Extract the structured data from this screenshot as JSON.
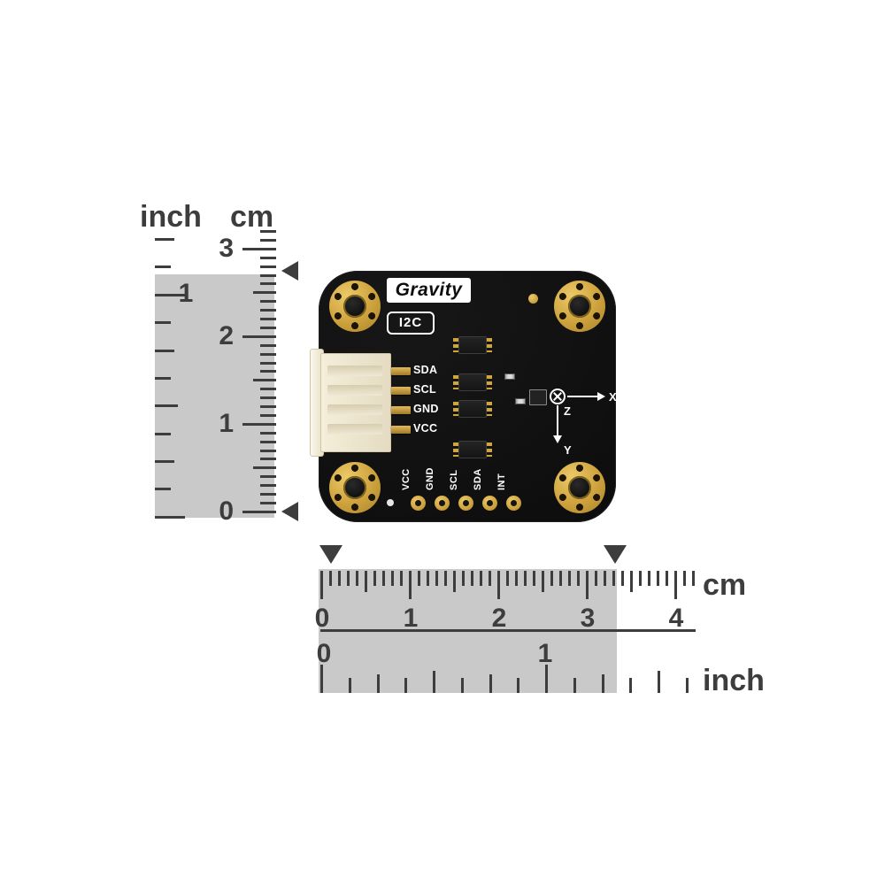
{
  "rulers": {
    "vertical": {
      "inch_label": "inch",
      "cm_label": "cm",
      "cm_numbers": [
        "3",
        "2",
        "1",
        "0"
      ],
      "inch_numbers": [
        "1"
      ]
    },
    "horizontal": {
      "cm_label": "cm",
      "inch_label": "inch",
      "cm_numbers": [
        "0",
        "1",
        "2",
        "3",
        "4"
      ],
      "inch_numbers": [
        "0",
        "1"
      ]
    }
  },
  "board": {
    "brand": "Gravity",
    "interface_label": "I2C",
    "connector_pin_labels": [
      "SDA",
      "SCL",
      "GND",
      "VCC"
    ],
    "pad_labels": [
      "VCC",
      "GND",
      "SCL",
      "SDA",
      "INT"
    ],
    "axis_labels": {
      "x": "X",
      "y": "Y",
      "z": "Z"
    }
  },
  "colors": {
    "background": "#ffffff",
    "ruler_gray": "#c9c9c9",
    "ruler_ink": "#3d3d3d",
    "pcb_black": "#0d0d0d",
    "pad_gold": "#cda23c",
    "silkscreen_white": "#ffffff",
    "connector_cream": "#f0ead9"
  }
}
